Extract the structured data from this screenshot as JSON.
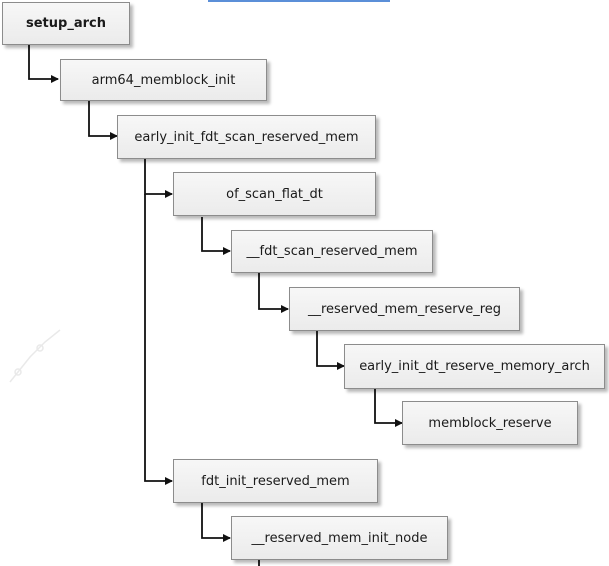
{
  "nodes": {
    "setup_arch": "setup_arch",
    "arm64_memblock_init": "arm64_memblock_init",
    "early_init_fdt_scan_reserved_mem": "early_init_fdt_scan_reserved_mem",
    "of_scan_flat_dt": "of_scan_flat_dt",
    "fdt_scan_reserved_mem": "__fdt_scan_reserved_mem",
    "reserved_mem_reserve_reg": "__reserved_mem_reserve_reg",
    "early_init_dt_reserve_memory_arch": "early_init_dt_reserve_memory_arch",
    "memblock_reserve": "memblock_reserve",
    "fdt_init_reserved_mem": "fdt_init_reserved_mem",
    "reserved_mem_init_node": "__reserved_mem_init_node"
  },
  "colors": {
    "box_border": "#8c8c8c",
    "arrow": "#111111",
    "top_rule": "#5b8fd8"
  }
}
